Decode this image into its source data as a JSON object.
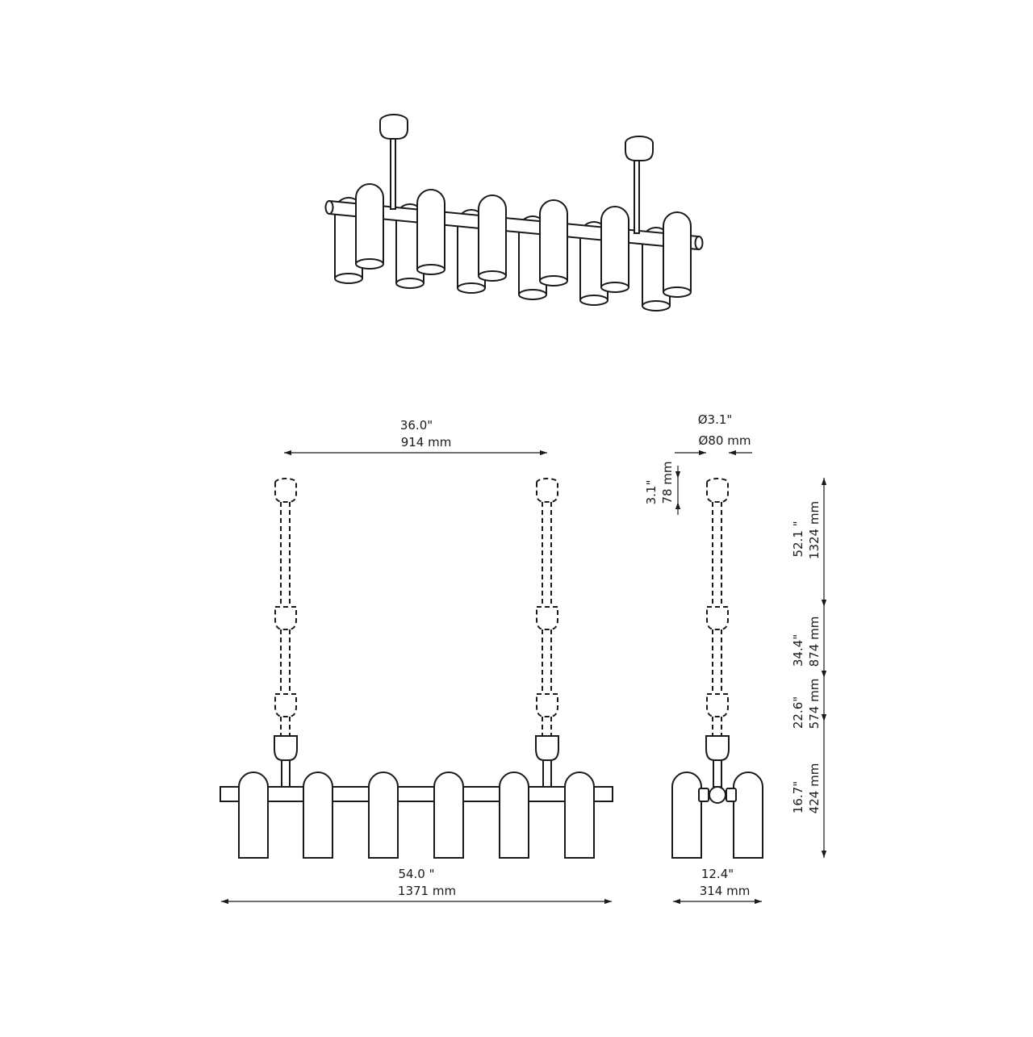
{
  "dimensions": {
    "canopy_distance": {
      "inch": "36.0\"",
      "mm": "914 mm"
    },
    "total_length": {
      "inch": "54.0 \"",
      "mm": "1371 mm"
    },
    "depth": {
      "inch": "12.4\"",
      "mm": "314 mm"
    },
    "canopy_diameter": {
      "inch": "Ø3.1\"",
      "mm": "Ø80 mm"
    },
    "canopy_height": {
      "inch": "3.1\"",
      "mm": "78 mm"
    },
    "rod_segment_top": {
      "inch": "52.1 \"",
      "mm": "1324 mm"
    },
    "rod_segment_mid": {
      "inch": "34.4\"",
      "mm": "874 mm"
    },
    "rod_segment_low": {
      "inch": "22.6\"",
      "mm": "574 mm"
    },
    "fixture_height": {
      "inch": "16.7\"",
      "mm": "424 mm"
    }
  }
}
